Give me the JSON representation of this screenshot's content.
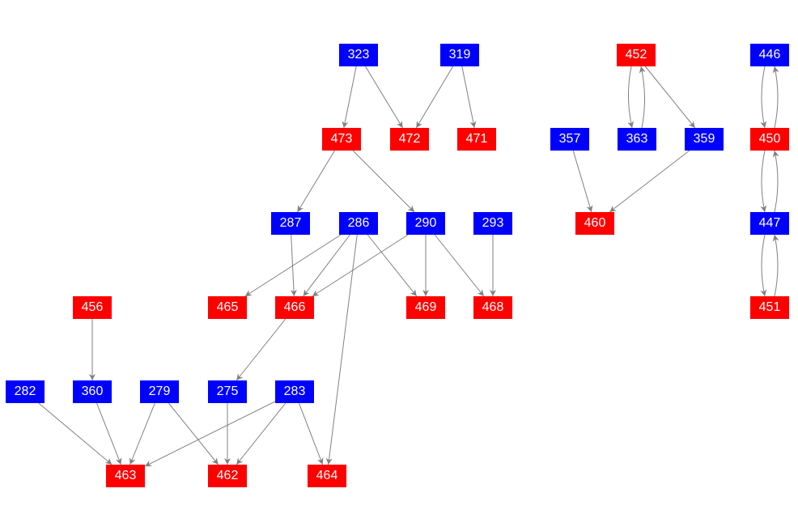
{
  "colors": {
    "blue": "#0000ff",
    "red": "#ff0000",
    "edge": "#808080"
  },
  "nodes": [
    {
      "id": "323",
      "type": "blue"
    },
    {
      "id": "319",
      "type": "blue"
    },
    {
      "id": "452",
      "type": "red"
    },
    {
      "id": "446",
      "type": "blue"
    },
    {
      "id": "473",
      "type": "red"
    },
    {
      "id": "472",
      "type": "red"
    },
    {
      "id": "471",
      "type": "red"
    },
    {
      "id": "357",
      "type": "blue"
    },
    {
      "id": "363",
      "type": "blue"
    },
    {
      "id": "359",
      "type": "blue"
    },
    {
      "id": "450",
      "type": "red"
    },
    {
      "id": "287",
      "type": "blue"
    },
    {
      "id": "286",
      "type": "blue"
    },
    {
      "id": "290",
      "type": "blue"
    },
    {
      "id": "293",
      "type": "blue"
    },
    {
      "id": "460",
      "type": "red"
    },
    {
      "id": "447",
      "type": "blue"
    },
    {
      "id": "456",
      "type": "red"
    },
    {
      "id": "465",
      "type": "red"
    },
    {
      "id": "466",
      "type": "red"
    },
    {
      "id": "469",
      "type": "red"
    },
    {
      "id": "468",
      "type": "red"
    },
    {
      "id": "451",
      "type": "red"
    },
    {
      "id": "282",
      "type": "blue"
    },
    {
      "id": "360",
      "type": "blue"
    },
    {
      "id": "279",
      "type": "blue"
    },
    {
      "id": "275",
      "type": "blue"
    },
    {
      "id": "283",
      "type": "blue"
    },
    {
      "id": "463",
      "type": "red"
    },
    {
      "id": "462",
      "type": "red"
    },
    {
      "id": "464",
      "type": "red"
    }
  ],
  "edges": [
    [
      "323",
      "473"
    ],
    [
      "323",
      "472"
    ],
    [
      "319",
      "472"
    ],
    [
      "319",
      "471"
    ],
    [
      "473",
      "287"
    ],
    [
      "473",
      "290"
    ],
    [
      "287",
      "466"
    ],
    [
      "286",
      "465"
    ],
    [
      "286",
      "466"
    ],
    [
      "286",
      "469"
    ],
    [
      "286",
      "464"
    ],
    [
      "290",
      "466"
    ],
    [
      "290",
      "469"
    ],
    [
      "290",
      "468"
    ],
    [
      "293",
      "468"
    ],
    [
      "456",
      "360"
    ],
    [
      "466",
      "275"
    ],
    [
      "282",
      "463"
    ],
    [
      "360",
      "463"
    ],
    [
      "279",
      "463"
    ],
    [
      "279",
      "462"
    ],
    [
      "275",
      "462"
    ],
    [
      "283",
      "463"
    ],
    [
      "283",
      "462"
    ],
    [
      "283",
      "464"
    ],
    [
      "452",
      "363"
    ],
    [
      "363",
      "452"
    ],
    [
      "452",
      "359"
    ],
    [
      "357",
      "460"
    ],
    [
      "359",
      "460"
    ],
    [
      "446",
      "450"
    ],
    [
      "450",
      "446"
    ],
    [
      "450",
      "447"
    ],
    [
      "447",
      "450"
    ],
    [
      "447",
      "451"
    ],
    [
      "451",
      "447"
    ]
  ]
}
